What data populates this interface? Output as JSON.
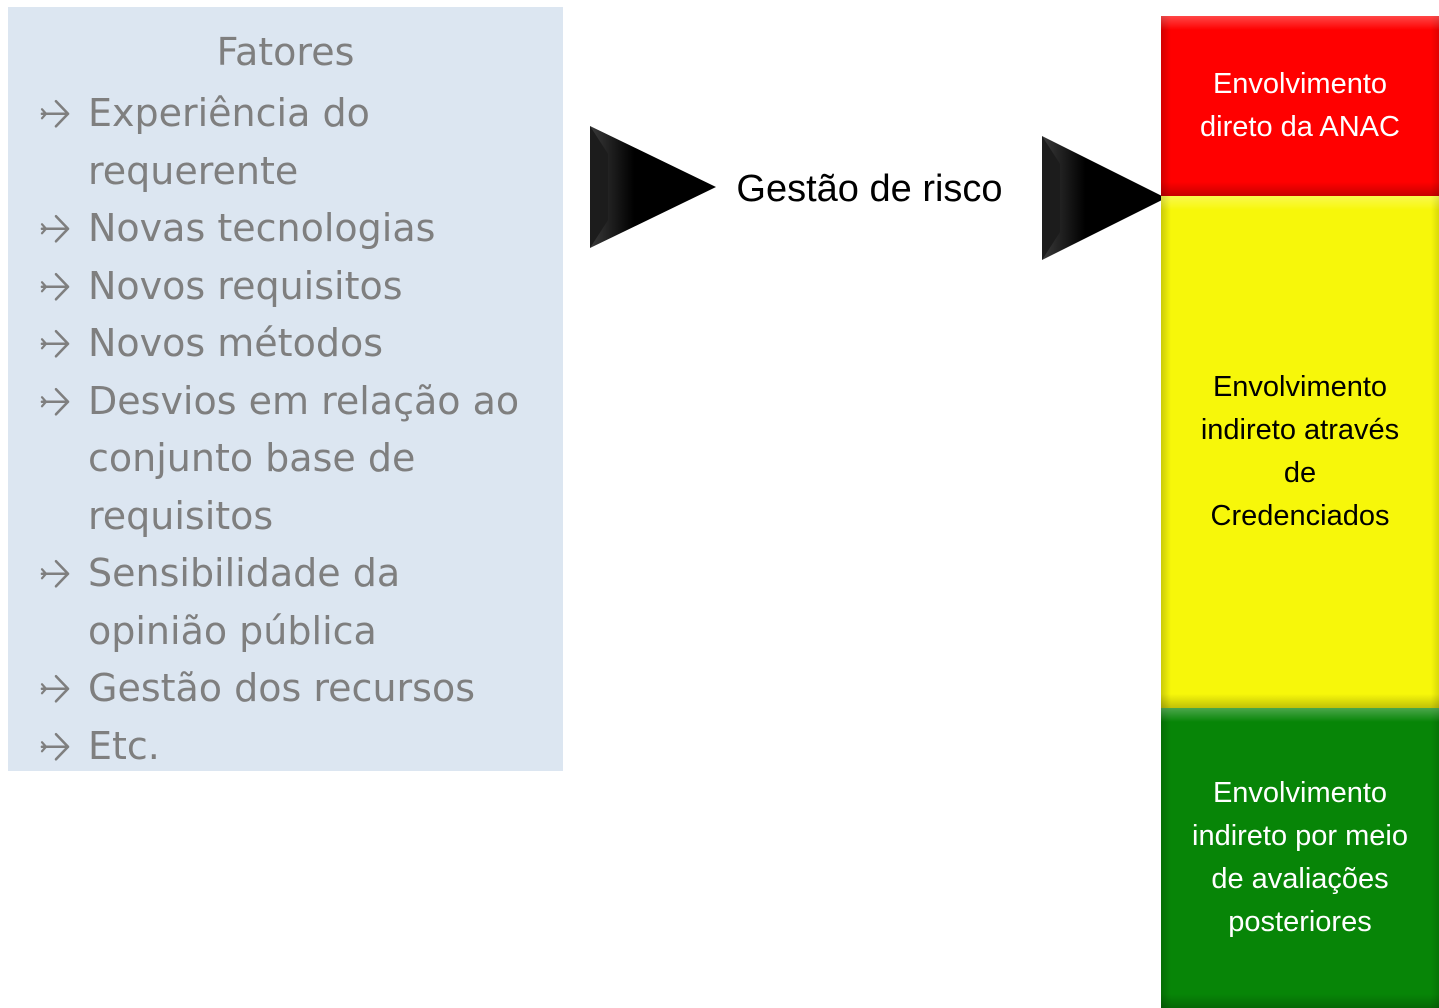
{
  "factors": {
    "title": "Fatores",
    "items": [
      "Experiência do requerente",
      "Novas tecnologias",
      "Novos requisitos",
      "Novos métodos",
      "Desvios em relação ao conjunto base de requisitos",
      "Sensibilidade da opinião pública",
      "Gestão dos recursos",
      "Etc."
    ],
    "bullet_icon": "airplane-icon"
  },
  "center_label": "Gestão de risco",
  "levels": [
    {
      "text": "Envolvimento\ndireto da ANAC",
      "color": "#ff0000",
      "text_color": "#ffffff"
    },
    {
      "text": "Envolvimento\nindireto através\nde\nCredenciados",
      "color": "#f7f70a",
      "text_color": "#000000"
    },
    {
      "text": "Envolvimento\nindireto por meio\nde avaliações\nposteriores",
      "color": "#078507",
      "text_color": "#ffffff"
    }
  ],
  "colors": {
    "panel_background": "#dce6f1",
    "panel_text": "#7f7f7f",
    "arrow": "#000000"
  }
}
